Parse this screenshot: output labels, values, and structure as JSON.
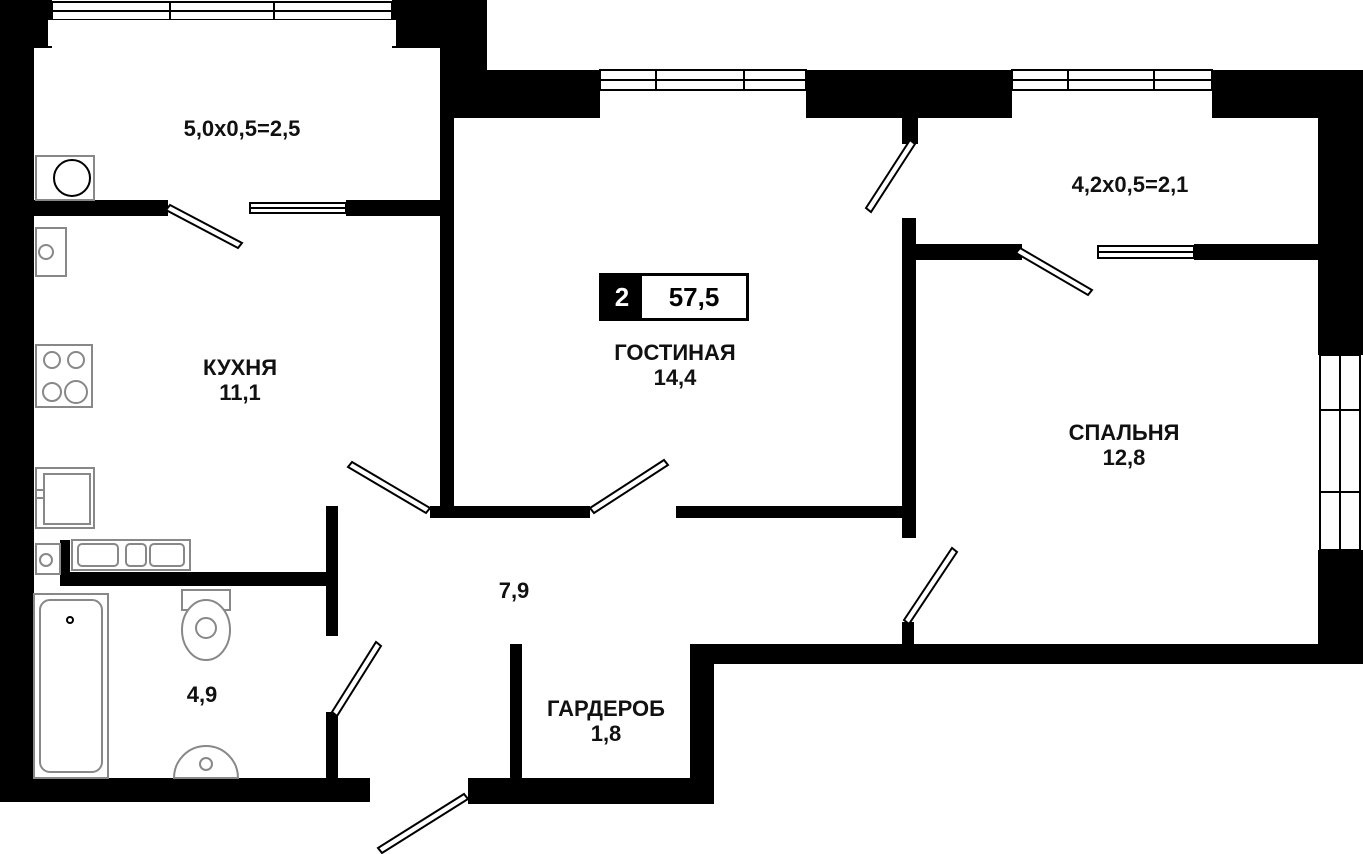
{
  "badge": {
    "rooms": "2",
    "total_area": "57,5"
  },
  "rooms": {
    "kitchen": {
      "name": "КУХНЯ",
      "area": "11,1"
    },
    "living": {
      "name": "ГОСТИНАЯ",
      "area": "14,4"
    },
    "bedroom": {
      "name": "СПАЛЬНЯ",
      "area": "12,8"
    },
    "wardrobe": {
      "name": "ГАРДЕРОБ",
      "area": "1,8"
    },
    "hall": {
      "area": "7,9"
    },
    "bathroom": {
      "area": "4,9"
    }
  },
  "balconies": {
    "kitchen": "5,0x0,5=2,5",
    "bedroom": "4,2x0,5=2,1"
  },
  "colors": {
    "wall": "#000000",
    "background": "#ffffff",
    "fixture_stroke": "#888888"
  }
}
